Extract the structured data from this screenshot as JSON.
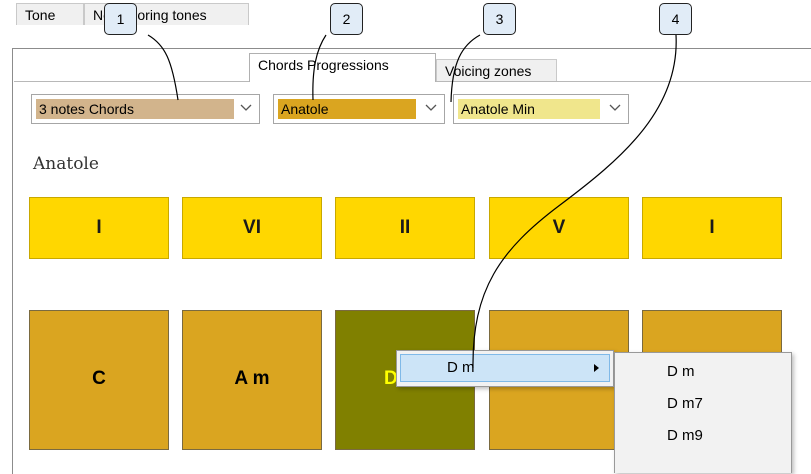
{
  "tabs": [
    {
      "label": "Tone",
      "active": false
    },
    {
      "label": "Neighboring tones",
      "active": false
    },
    {
      "label": "Chords Progressions",
      "active": true
    },
    {
      "label": "Voicing zones",
      "active": false
    }
  ],
  "combos": {
    "chord_type": {
      "value": "3 notes Chords",
      "color": "#d2b48c"
    },
    "progression": {
      "value": "Anatole",
      "color": "#daa520"
    },
    "variant": {
      "value": "Anatole Min",
      "color": "#f0e68c"
    }
  },
  "section_title": "Anatole",
  "degrees": [
    "I",
    "VI",
    "II",
    "V",
    "I"
  ],
  "chords": [
    {
      "label": "C",
      "color": "#daa520"
    },
    {
      "label": "A m",
      "color": "#daa520"
    },
    {
      "label": "D",
      "color": "#808000"
    },
    {
      "label": "",
      "color": "#daa520"
    },
    {
      "label": "",
      "color": "#daa520"
    }
  ],
  "context_menu": {
    "item": "D m",
    "submenu": [
      "D m",
      "D m7",
      "D m9"
    ]
  },
  "callouts": [
    "1",
    "2",
    "3",
    "4"
  ]
}
